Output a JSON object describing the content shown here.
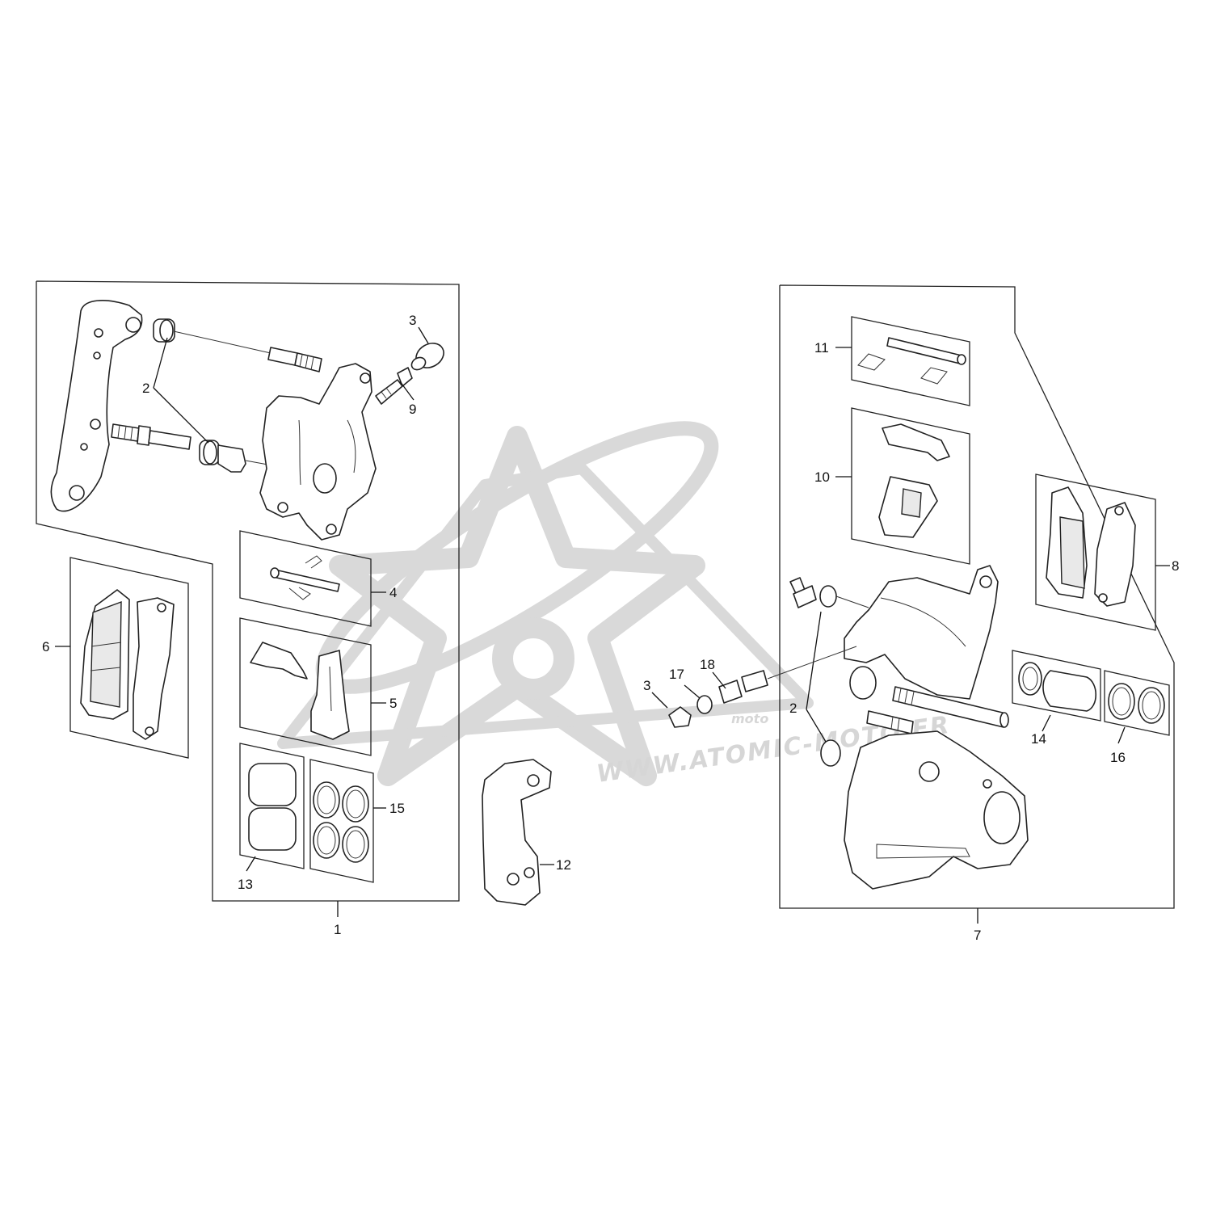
{
  "watermark": {
    "website": "WWW.ATOMIC-MOTO.FR",
    "small": "moto"
  },
  "callouts": {
    "c1": "1",
    "c2a": "2",
    "c2b": "2",
    "c3a": "3",
    "c3b": "3",
    "c4": "4",
    "c5": "5",
    "c6": "6",
    "c7": "7",
    "c8": "8",
    "c9": "9",
    "c10": "10",
    "c11": "11",
    "c12": "12",
    "c13": "13",
    "c14": "14",
    "c15": "15",
    "c16": "16",
    "c17": "17",
    "c18": "18"
  }
}
